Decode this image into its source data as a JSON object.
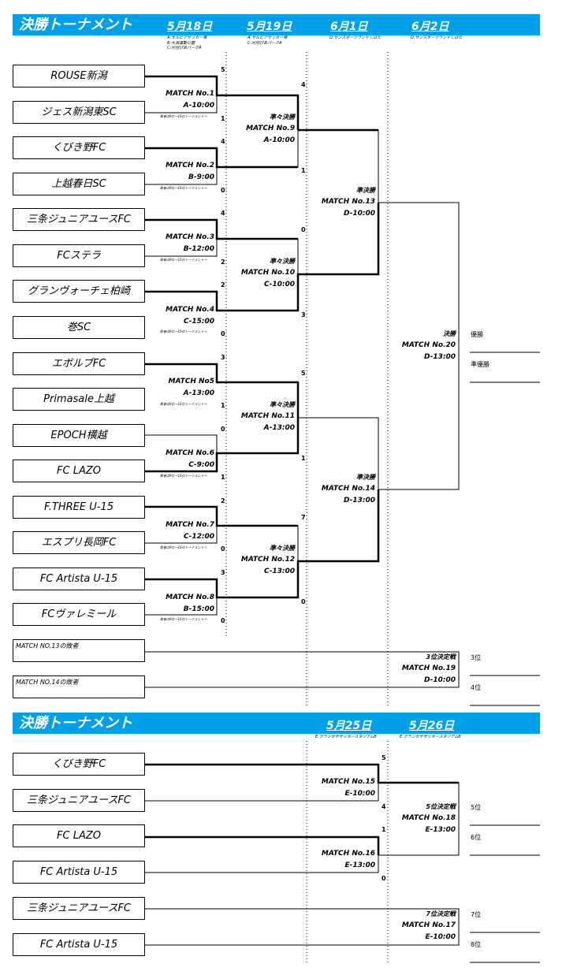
{
  "top": {
    "title": "決勝トーナメント",
    "dates": [
      {
        "label": "5月18日",
        "venue": "A:サルビアサッカー場\nB:大潟運動公園\nC:刈羽ぴあパークA"
      },
      {
        "label": "5月19日",
        "venue": "A:サルビアサッカー場\nC:刈羽ぴあパークA"
      },
      {
        "label": "6月1日",
        "venue": "D:サンスポーツランドしばた"
      },
      {
        "label": "6月2日",
        "venue": "D:サンスポーツランドしばた"
      }
    ],
    "teams": [
      "ROUSE新潟",
      "ジェス新潟東SC",
      "くびき野FC",
      "上越春日SC",
      "三条ジュニアユースFC",
      "FCステラ",
      "グランヴォーチェ柏崎",
      "巻SC",
      "エボルブFC",
      "Primasale上越",
      "EPOCH横越",
      "FC LAZO",
      "F.THREE U-15",
      "エスプリ長岡FC",
      "FC Artista U-15",
      "FCヴァレミール"
    ],
    "r1": [
      {
        "match": "MATCH No.1",
        "time": "A-10:00",
        "s1": "5",
        "s2": "1"
      },
      {
        "match": "MATCH No.2",
        "time": "B-9:00",
        "s1": "4",
        "s2": "0"
      },
      {
        "match": "MATCH No.3",
        "time": "B-12:00",
        "s1": "4",
        "s2": "2"
      },
      {
        "match": "MATCH No.4",
        "time": "C-15:00",
        "s1": "2",
        "s2": "0"
      },
      {
        "match": "MATCH No5",
        "time": "A-13:00",
        "s1": "3",
        "s2": "1"
      },
      {
        "match": "MATCH No.6",
        "time": "C-9:00",
        "s1": "0",
        "s2": "1"
      },
      {
        "match": "MATCH No.7",
        "time": "C-12:00",
        "s1": "2",
        "s2": "0"
      },
      {
        "match": "MATCH No.8",
        "time": "B-15:00",
        "s1": "3",
        "s2": "0"
      }
    ],
    "loser_note": "敗者は9位～16位トーナメントへ",
    "r2": [
      {
        "stage": "準々決勝",
        "match": "MATCH No.9",
        "time": "A-10:00",
        "s1": "4",
        "s2": "1"
      },
      {
        "stage": "準々決勝",
        "match": "MATCH No.10",
        "time": "C-10:00",
        "s1": "0",
        "s2": "3"
      },
      {
        "stage": "準々決勝",
        "match": "MATCH No.11",
        "time": "A-13:00",
        "s1": "5",
        "s2": "1"
      },
      {
        "stage": "準々決勝",
        "match": "MATCH No.12",
        "time": "C-13:00",
        "s1": "7",
        "s2": "0"
      }
    ],
    "sf": [
      {
        "stage": "準決勝",
        "match": "MATCH No.13",
        "time": "D-10:00"
      },
      {
        "stage": "準決勝",
        "match": "MATCH No.14",
        "time": "D-13:00"
      }
    ],
    "final": {
      "stage": "決勝",
      "match": "MATCH No.20",
      "time": "D-13:00",
      "win": "優勝",
      "runner": "準優勝"
    },
    "third": {
      "loser1": "MATCH NO.13の敗者",
      "loser2": "MATCH NO.14の敗者",
      "stage": "3位決定戦",
      "match": "MATCH No.19",
      "time": "D-10:00",
      "r1": "3位",
      "r2": "4位"
    }
  },
  "bottom": {
    "title": "決勝トーナメント",
    "dates": [
      {
        "label": "5月25日",
        "venue": "E:グランセナサッカースタジアムB"
      },
      {
        "label": "5月26日",
        "venue": "E:グランセナサッカースタジアムB"
      }
    ],
    "teams": [
      "くびき野FC",
      "三条ジュニアユースFC",
      "FC LAZO",
      "FC Artista U-15",
      "三条ジュニアユースFC",
      "FC Artista U-15"
    ],
    "m15": {
      "match": "MATCH No.15",
      "time": "E-10:00",
      "s1": "5",
      "s2": "4"
    },
    "m16": {
      "match": "MATCH No.16",
      "time": "E-13:00",
      "s1": "1",
      "s2": "0"
    },
    "m18": {
      "stage": "5位決定戦",
      "match": "MATCH No.18",
      "time": "E-13:00",
      "r1": "5位",
      "r2": "6位"
    },
    "m17": {
      "stage": "7位決定戦",
      "match": "MATCH No.17",
      "time": "E-10:00",
      "r1": "7位",
      "r2": "8位"
    }
  }
}
